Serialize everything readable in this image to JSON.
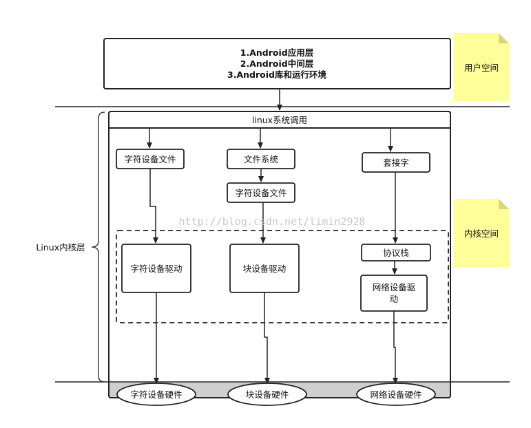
{
  "user_space": {
    "lines": [
      "1.Android应用层",
      "2.Android中间层",
      "3.Android库和运行环境"
    ],
    "note": "用户空间"
  },
  "kernel": {
    "side_label": "Linux内核层",
    "note": "内核空间",
    "syscall": "linux系统调用",
    "char_file_1": "字符设备文件",
    "file_system": "文件系统",
    "char_file_2": "字符设备文件",
    "socket": "套接字",
    "char_driver": "字符设备驱动",
    "block_driver": "块设备驱动",
    "protocol_stack": "协议栈",
    "net_driver_line1": "网络设备驱",
    "net_driver_line2": "动"
  },
  "hardware": {
    "char_hw": "字符设备硬件",
    "block_hw": "块设备硬件",
    "net_hw": "网络设备硬件"
  },
  "watermark": "http://blog.csdn.net/limin2928"
}
